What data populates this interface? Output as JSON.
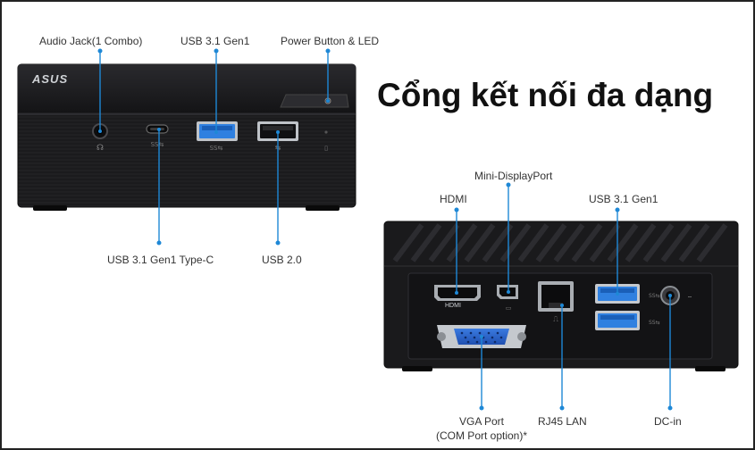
{
  "heading": "Cổng kết nối đa dạng",
  "brand": {
    "logo_text": "ASUS"
  },
  "front_labels": {
    "audio_jack": "Audio Jack(1 Combo)",
    "usb31_top": "USB 3.1 Gen1",
    "power": "Power Button & LED",
    "usb_c": "USB 3.1 Gen1 Type-C",
    "usb20": "USB 2.0"
  },
  "rear_labels": {
    "mini_dp": "Mini-DisplayPort",
    "hdmi": "HDMI",
    "usb31_rear": "USB 3.1 Gen1",
    "vga_line1": "VGA Port",
    "vga_line2": "(COM Port option)*",
    "rj45": "RJ45 LAN",
    "dcin": "DC-in"
  },
  "port_markings": {
    "hdmi": "HDMI"
  },
  "colors": {
    "callout_line": "#1e88d6",
    "usb3_port": "#2f80e0",
    "chassis": "#1c1c1e",
    "vga_port": "#2a5fc4"
  }
}
